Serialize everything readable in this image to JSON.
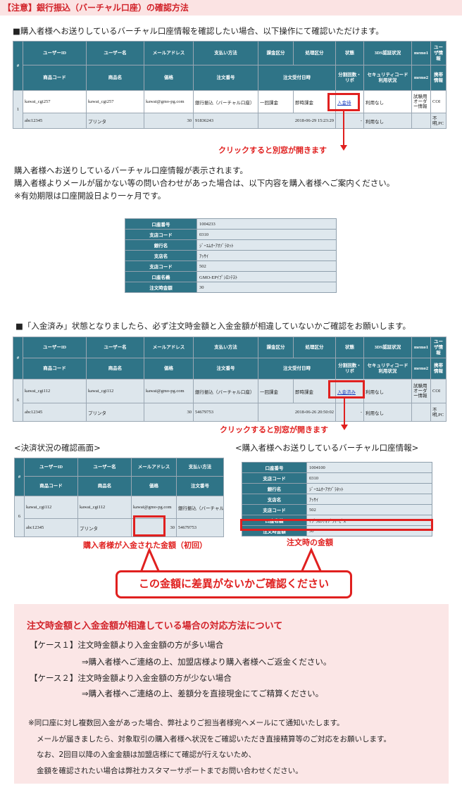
{
  "title": "【注意】銀行振込（バーチャル口座）の確認方法",
  "section1": {
    "heading": "■購入者様へお送りしているバーチャル口座情報を確認したい場合、以下操作にて確認いただけます。",
    "callout": "クリックすると別窓が開きます",
    "desc": [
      "購入者様へお送りしているバーチャル口座情報が表示されます。",
      "購入者様よりメールが届かない等の問い合わせがあった場合は、以下内容を購入者様へご案内ください。",
      "※有効期限は口座開設日より一ヶ月です。"
    ]
  },
  "table1": {
    "header1": [
      "#",
      "ユーザーID",
      "ユーザー名",
      "メールアドレス",
      "支払い方法",
      "課金区分",
      "処理区分",
      "状態",
      "3DS認証状況",
      "memo1",
      "ユーザ情報"
    ],
    "header2": [
      "商品コード",
      "商品名",
      "価格",
      "注文番号",
      "注文受付日時",
      "分割回数・リボ",
      "セキュリティコード利用状況",
      "memo2",
      "携帯情報"
    ],
    "row_num": "1",
    "row1": [
      "kawai_cgi257",
      "kawai_cgi257",
      "kawai@gmo-pg.com",
      "銀行振込（バーチャル口座）",
      "一回課金",
      "即時課金",
      "入金待",
      "利用なし",
      "試験用オーダー情報",
      "COI"
    ],
    "row2": [
      "abc12345",
      "プリンタ",
      "30",
      "91836243",
      "2018-06-29 15:23:29",
      "-",
      "利用なし",
      "",
      "不明,PC"
    ]
  },
  "info1": [
    [
      "口座番号",
      "1004233"
    ],
    [
      "支店コード",
      "0310"
    ],
    [
      "銀行名",
      "ｼﾞｰｴﾑｵｰｱｵｿﾞﾗﾈｯﾄ"
    ],
    [
      "支店名",
      "ｱｯｻｲ"
    ],
    [
      "支店コード",
      "502"
    ],
    [
      "口座名義",
      "GMO-EPｲﾌﾟｼﾛﾝﾃｽﾄ"
    ],
    [
      "注文時金額",
      "30"
    ]
  ],
  "section2": {
    "heading": "■「入金済み」状態となりましたら、必ず注文時金額と入金金額が相違していないかご確認をお願いします。",
    "callout": "クリックすると別窓が開きます",
    "left_caption": "<決済状況の確認画面>",
    "right_caption": "<購入者様へお送りしているバーチャル口座情報>",
    "left_label": "購入者様が入金された金額（初回）",
    "right_label": "注文時の金額",
    "bubble": "この金額に差異がないかご確認ください"
  },
  "table2": {
    "row_num": "6",
    "row1": [
      "kawai_cgi112",
      "kawai_cgi112",
      "kawai@gmo-pg.com",
      "銀行振込（バーチャル口座）",
      "一回課金",
      "即時課金",
      "入金済み",
      "利用なし",
      "試験用オーダー情報",
      "COI"
    ],
    "row2": [
      "abc12345",
      "プリンタ",
      "30",
      "54679753",
      "2018-06-26 20:50:02",
      "-",
      "利用なし",
      "",
      "不明,PC"
    ]
  },
  "table3": {
    "header1": [
      "#",
      "ユーザーID",
      "ユーザー名",
      "メールアドレス",
      "支払い方法"
    ],
    "header2": [
      "商品コード",
      "商品名",
      "価格",
      "注文番号"
    ],
    "row_num": "6",
    "row1": [
      "kawai_cgi112",
      "kawai_cgi112",
      "kawai@gmo-pg.com",
      "銀行振込（バーチャル"
    ],
    "row2": [
      "abc12345",
      "プリンタ",
      "30",
      "54679753"
    ]
  },
  "info2": [
    [
      "口座番号",
      "1004100"
    ],
    [
      "支店コード",
      "0310"
    ],
    [
      "銀行名",
      "ｼﾞｰｴﾑｵｰｱｵｿﾞﾗﾈｯﾄ"
    ],
    [
      "支店名",
      "ｱｯｻｲ"
    ],
    [
      "支店コード",
      "502"
    ],
    [
      "口座名義",
      "ｲﾌﾟｼﾛﾝｱｵｿﾞﾗｻｰﾋﾞｽ"
    ],
    [
      "注文時金額",
      "30"
    ]
  ],
  "notice": {
    "title": "注文時金額と入金金額が相違している場合の対応方法について",
    "case1": "【ケース１】注文時金額より入金金額の方が多い場合",
    "case1_action": "⇒購入者様へご連絡の上、加盟店様より購入者様へご返金ください。",
    "case2": "【ケース２】注文時金額より入金金額の方が少ない場合",
    "case2_action": "⇒購入者様へご連絡の上、差額分を直接現金にてご精算ください。",
    "note": [
      "※同口座に対し複数回入金があった場合、弊社よりご担当者様宛へメールにて通知いたします。",
      "メールが届きましたら、対象取引の購入者様へ状況をご確認いただき直接精算等のご対応をお願いします。",
      "なお、2回目以降の入金金額は加盟店様にて確認が行えないため、",
      "金額を確認されたい場合は弊社カスタマーサポートまでお問い合わせください。"
    ]
  }
}
